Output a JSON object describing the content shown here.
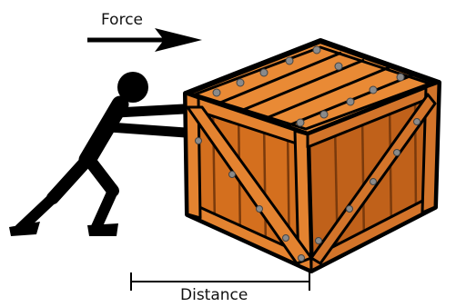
{
  "labels": {
    "force": "Force",
    "distance": "Distance"
  },
  "icons": {
    "person": "stick-figure-pushing",
    "crate": "wooden-crate",
    "force_arrow": "arrow-right"
  },
  "colors": {
    "crate_fill": "#D46F1E",
    "crate_light": "#E98A35",
    "crate_dark": "#A24E10",
    "outline": "#000000",
    "nail": "#8A8A8A",
    "figure": "#000000"
  }
}
